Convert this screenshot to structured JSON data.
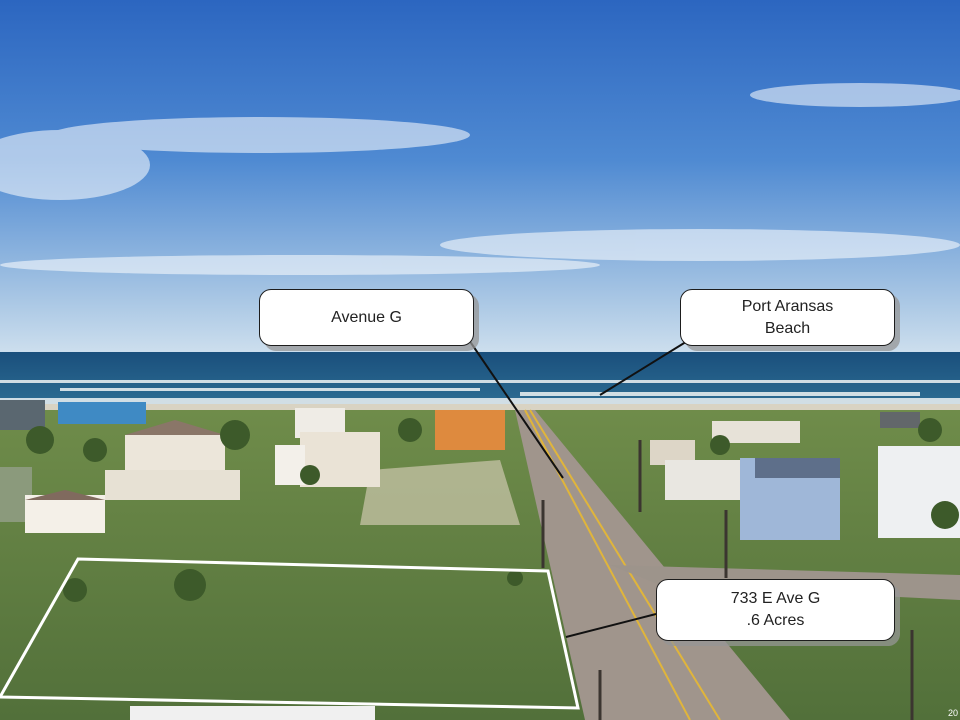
{
  "photo": {
    "subject": "aerial-beachfront-lot",
    "colors": {
      "sky_top": "#2e6ac2",
      "sky_horizon": "#c9dbe9",
      "ocean": "#1f5b83",
      "surf": "#e8eef0",
      "grass": "#5c7a3a",
      "road": "#a3988f"
    }
  },
  "labels": {
    "avenue": "Avenue G",
    "beach_line1": "Port Aransas",
    "beach_line2": "Beach",
    "lot_line1": "733 E Ave G",
    "lot_line2": ".6 Acres"
  },
  "corner_mark": "20"
}
